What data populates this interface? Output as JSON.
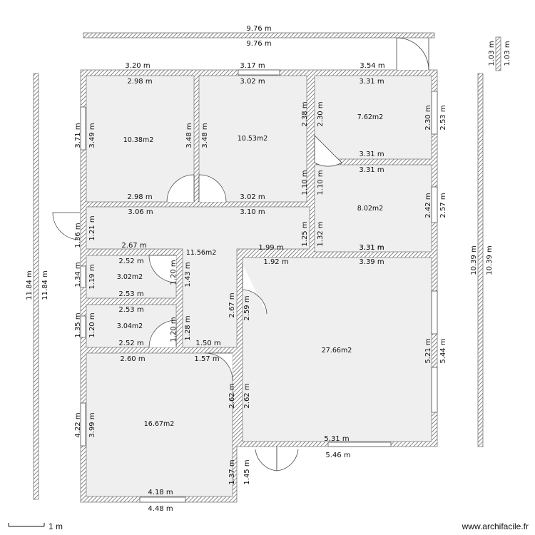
{
  "colors": {
    "wall": "#8c8c8c",
    "hatch": "#555555",
    "room": "#efefef",
    "text": "#111111"
  },
  "top_wall": {
    "outer": "9.76 m",
    "inner": "9.76 m"
  },
  "door_marker": {
    "a": "1.03 m",
    "b": "1.03 m"
  },
  "left_marker": {
    "a": "11.84 m",
    "b": "11.84 m"
  },
  "right_marker": {
    "a": "10.39 m",
    "b": "10.39 m"
  },
  "rooms": [
    {
      "id": "room-top-left",
      "area": "10.38m2",
      "dims": [
        "3.20 m",
        "2.98 m",
        "2.98 m",
        "3.71 m",
        "3.49 m"
      ]
    },
    {
      "id": "room-top-middle",
      "area": "10.53m2",
      "dims": [
        "3.17 m",
        "3.02 m",
        "3.02 m",
        "3.48 m",
        "3.48 m"
      ]
    },
    {
      "id": "room-top-right",
      "area": "7.62m2",
      "dims": [
        "3.54 m",
        "3.31 m",
        "3.31 m",
        "2.38 m",
        "2.30 m",
        "2.30 m",
        "2.53 m"
      ]
    },
    {
      "id": "room-right-middle",
      "area": "8.02m2",
      "dims": [
        "3.31 m",
        "3.31 m",
        "1.10 m",
        "1.10 m",
        "2.42 m",
        "2.57 m",
        "1.25 m",
        "1.32 m"
      ]
    },
    {
      "id": "hallway",
      "area": "11.56m2",
      "dims": [
        "3.06 m",
        "3.10 m",
        "1.36 m",
        "1.21 m",
        "2.67 m",
        "1.99 m",
        "1.43 m",
        "1.28 m",
        "1.50 m"
      ]
    },
    {
      "id": "small-room-1",
      "area": "3.02m2",
      "dims": [
        "2.52 m",
        "2.53 m",
        "1.34 m",
        "1.19 m",
        "1.20 m"
      ]
    },
    {
      "id": "small-room-2",
      "area": "3.04m2",
      "dims": [
        "2.53 m",
        "2.52 m",
        "1.35 m",
        "1.20 m",
        "1.20 m"
      ]
    },
    {
      "id": "living-room",
      "area": "27.66m2",
      "dims": [
        "1.92 m",
        "3.39 m",
        "3.31 m",
        "2.67 m",
        "2.59 m",
        "5.21 m",
        "5.44 m",
        "5.31 m",
        "5.46 m"
      ]
    },
    {
      "id": "room-bottom-left",
      "area": "16.67m2",
      "dims": [
        "2.60 m",
        "1.57 m",
        "4.22 m",
        "3.99 m",
        "2.62 m",
        "2.62 m",
        "1.37 m",
        "1.45 m",
        "4.18 m",
        "4.48 m"
      ]
    }
  ],
  "scale_label": "1 m",
  "watermark": "www.archifacile.fr"
}
